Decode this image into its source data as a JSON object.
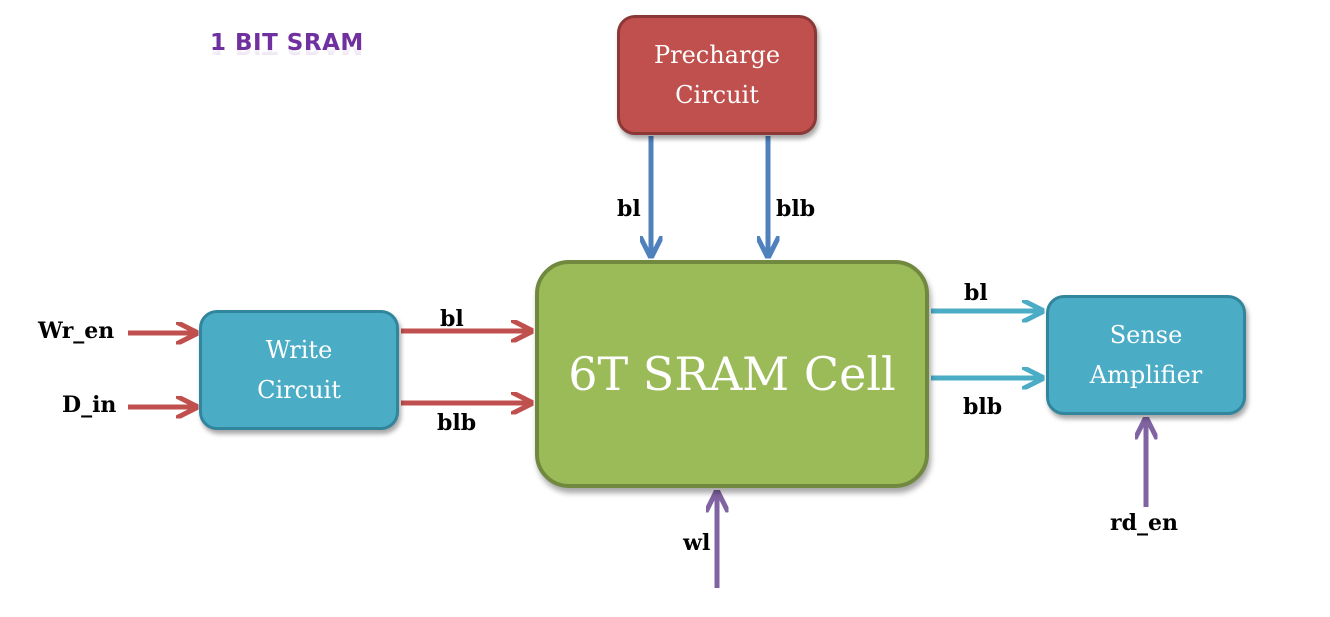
{
  "title": "1 BIT SRAM",
  "blocks": {
    "precharge": "Precharge\nCircuit",
    "cell": "6T SRAM Cell",
    "write": "Write\nCircuit",
    "sense": "Sense\nAmplifier"
  },
  "signals": {
    "precharge_bl": "bl",
    "precharge_blb": "blb",
    "wr_en": "Wr_en",
    "d_in": "D_in",
    "write_bl": "bl",
    "write_blb": "blb",
    "sense_bl": "bl",
    "sense_blb": "blb",
    "wl": "wl",
    "rd_en": "rd_en"
  },
  "colors": {
    "precharge_fill": "#c0504d",
    "cell_fill": "#9bbb59",
    "circuit_fill": "#4bacc6",
    "red_arrow": "#c0504d",
    "blue_arrow": "#4f81bd",
    "cyan_arrow": "#4bacc6",
    "purple_arrow": "#8064a2",
    "title": "#7030a0"
  }
}
